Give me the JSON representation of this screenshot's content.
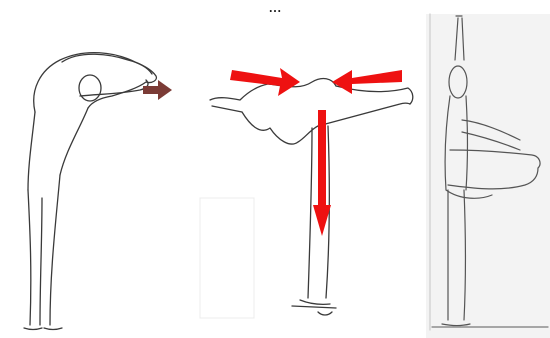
{
  "caption_fragment": "...",
  "figures": [
    {
      "name": "figure-bending-forward",
      "icon": "bending-figure-icon"
    },
    {
      "name": "figure-balancing-one-leg",
      "icon": "balancing-figure-icon"
    },
    {
      "name": "figure-leg-raised-wall",
      "icon": "leg-raise-figure-icon"
    }
  ],
  "colors": {
    "line": "#3a3a3a",
    "arrow_brown": "#7b3b36",
    "arrow_red": "#ee1111",
    "panel_bg": "#f3f3f3",
    "faint_box": "#ececec"
  }
}
